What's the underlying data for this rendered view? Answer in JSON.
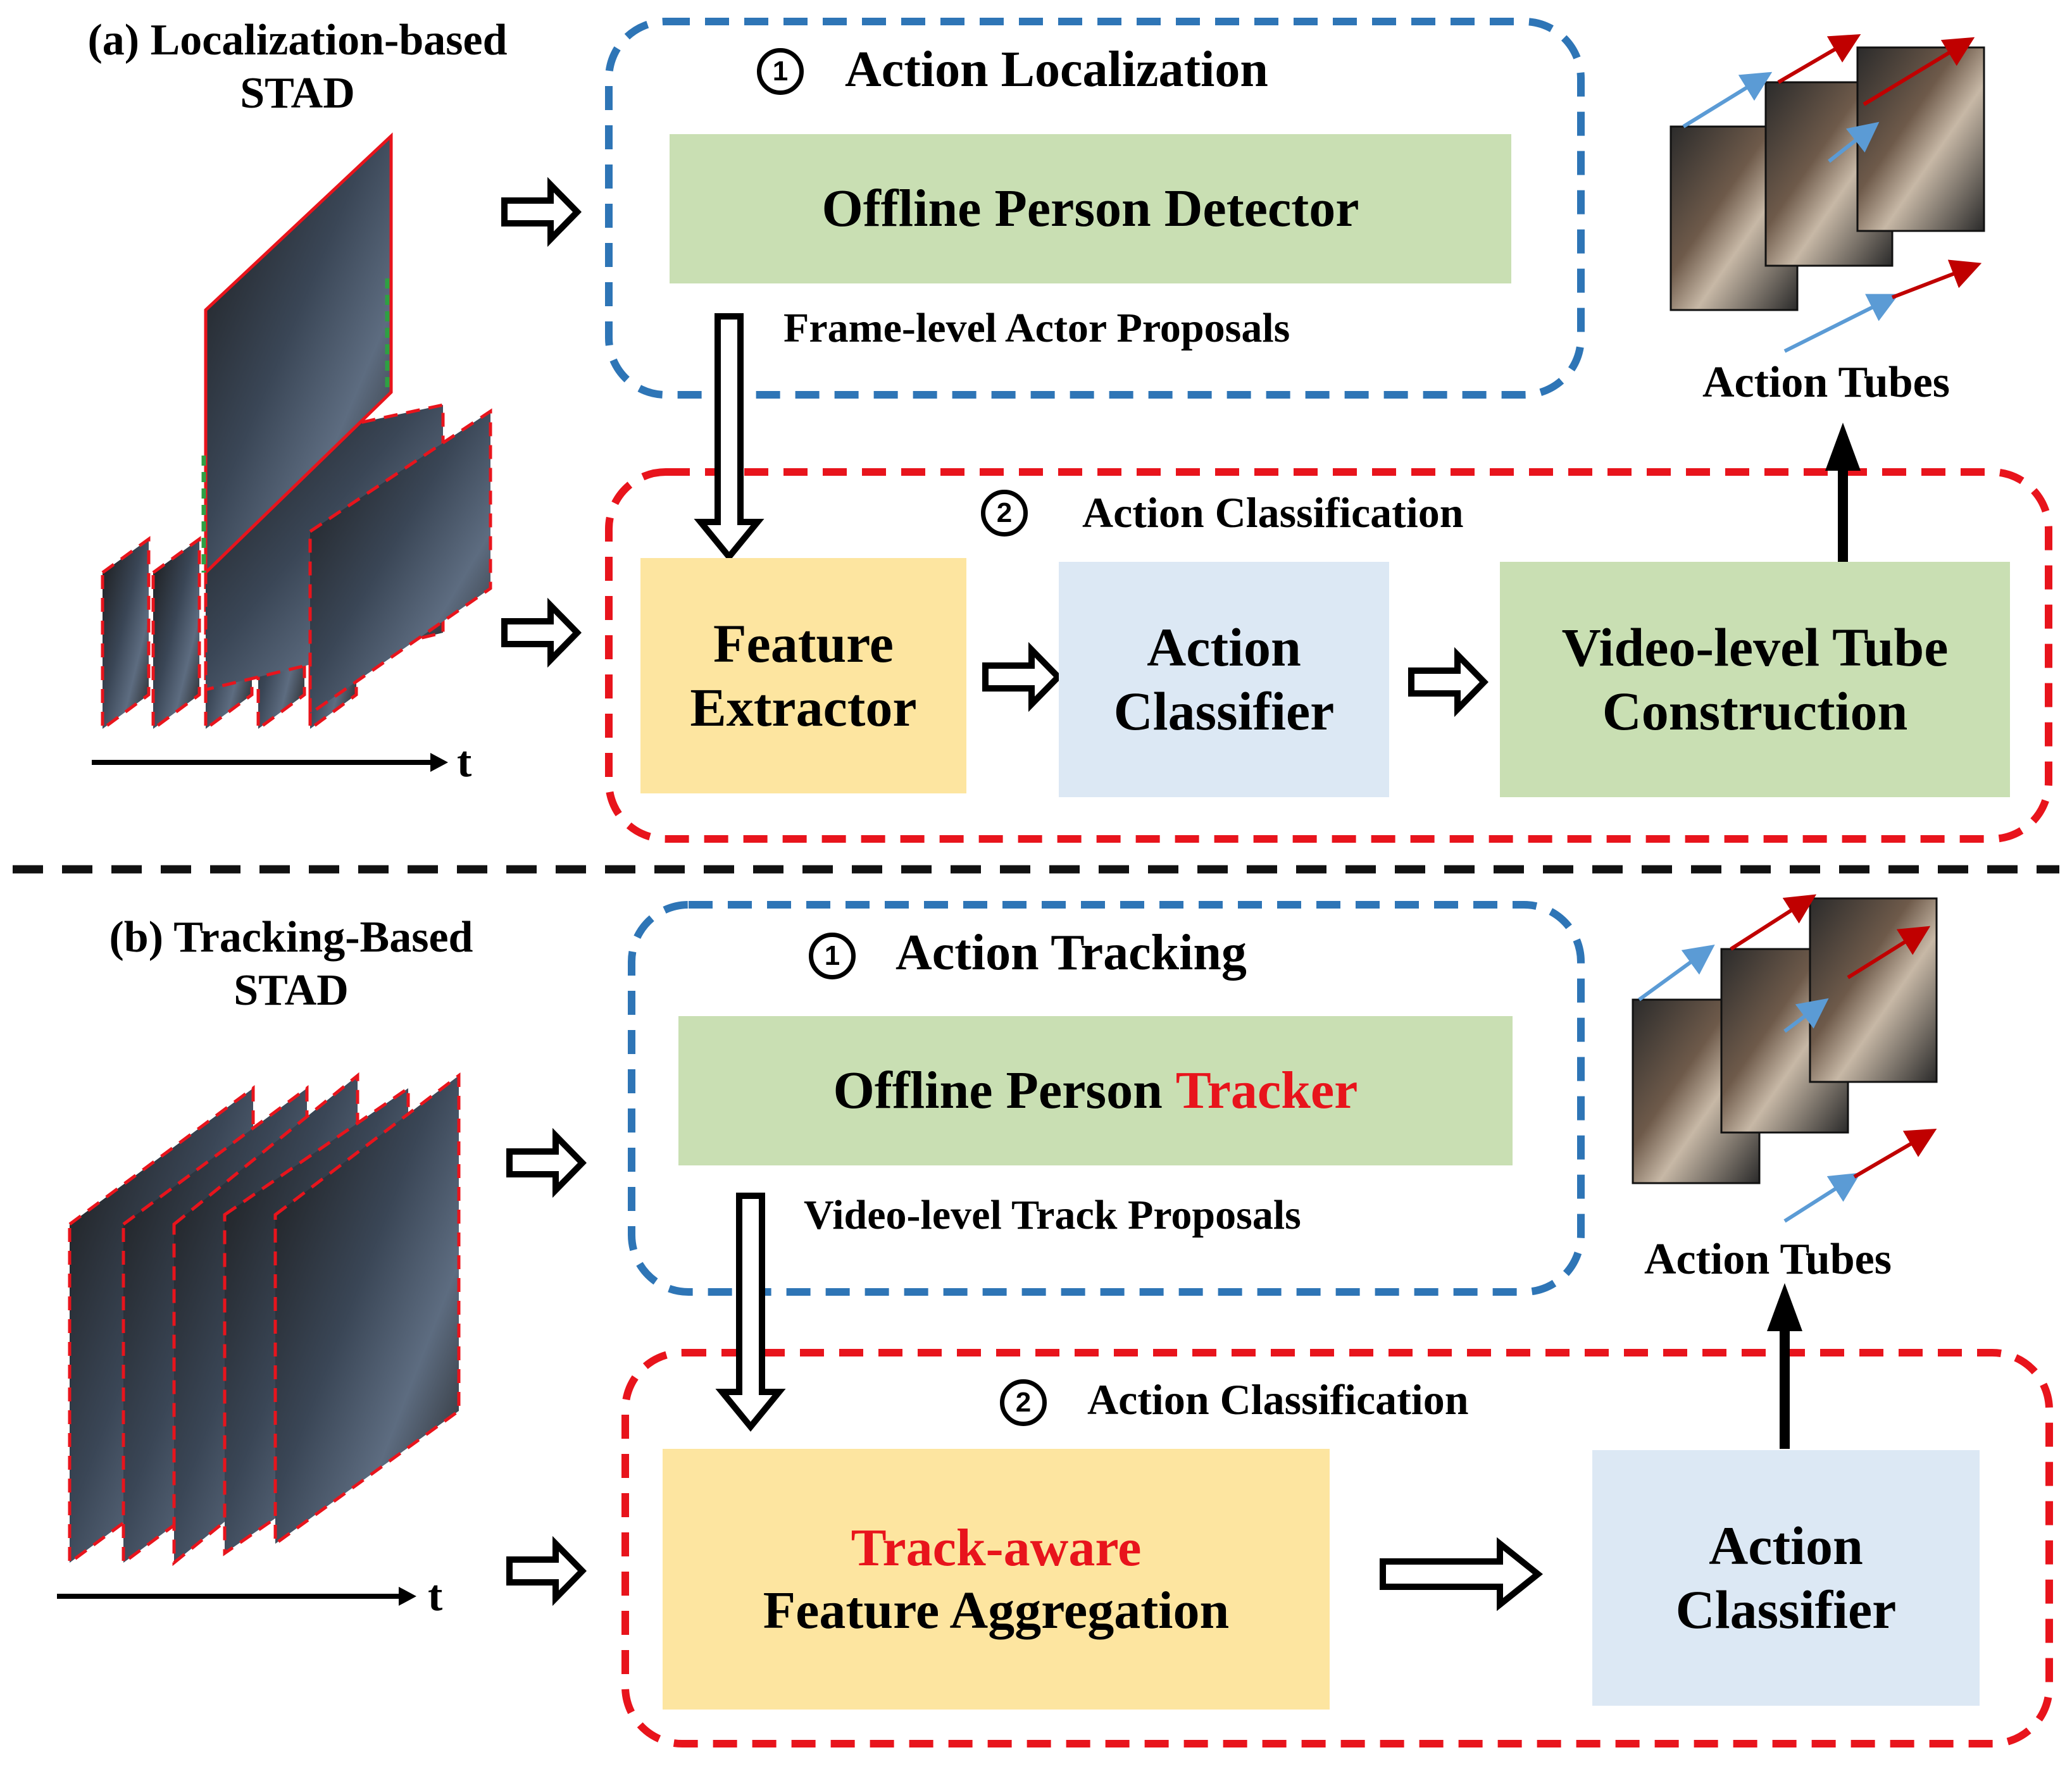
{
  "colors": {
    "blue_dash": "#2e75b6",
    "red_dash": "#e8141c",
    "green_box": "#c9dfb3",
    "yellow_box": "#fde5a0",
    "blue_box": "#dce8f4",
    "highlight_text": "#e8141c"
  },
  "section_a": {
    "label_line1": "(a) Localization-based",
    "label_line2": "STAD",
    "axis_label": "t",
    "step1": {
      "number": "1",
      "title": "Action Localization"
    },
    "detector": "Offline Person Detector",
    "proposals": "Frame-level Actor Proposals",
    "step2": {
      "number": "2",
      "title": "Action Classification"
    },
    "feature_extractor": {
      "line1": "Feature",
      "line2": "Extractor"
    },
    "action_classifier": {
      "line1": "Action",
      "line2": "Classifier"
    },
    "tube_construction": {
      "line1": "Video-level Tube",
      "line2": "Construction"
    },
    "output_label": "Action Tubes"
  },
  "section_b": {
    "label_line1": "(b) Tracking-Based",
    "label_line2": "STAD",
    "axis_label": "t",
    "step1": {
      "number": "1",
      "title": "Action Tracking"
    },
    "tracker_prefix": "Offline Person ",
    "tracker_highlight": "Tracker",
    "proposals": "Video-level Track Proposals",
    "step2": {
      "number": "2",
      "title": "Action Classification"
    },
    "aggregation": {
      "highlight": "Track-aware",
      "line2": "Feature Aggregation"
    },
    "action_classifier": {
      "line1": "Action",
      "line2": "Classifier"
    },
    "output_label": "Action Tubes"
  }
}
